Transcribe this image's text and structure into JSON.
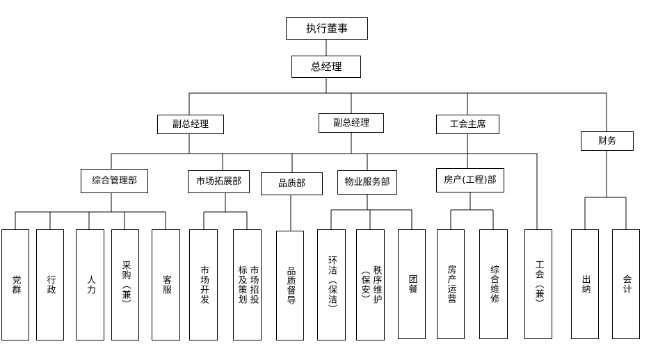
{
  "chart_data": {
    "type": "org-chart",
    "nodes": [
      {
        "id": "n_exec",
        "label": "执行董事"
      },
      {
        "id": "n_gm",
        "label": "总经理",
        "parent": "n_exec"
      },
      {
        "id": "n_dgm1",
        "label": "副总经理",
        "parent": "n_gm"
      },
      {
        "id": "n_dgm2",
        "label": "副总经理",
        "parent": "n_gm"
      },
      {
        "id": "n_union",
        "label": "工会主席",
        "parent": "n_gm"
      },
      {
        "id": "n_fin",
        "label": "财务",
        "parent": "n_gm"
      },
      {
        "id": "n_admin",
        "label": "综合管理部",
        "parent": "n_dgm1"
      },
      {
        "id": "n_mkt",
        "label": "市场拓展部",
        "parent": "n_dgm1"
      },
      {
        "id": "n_qa",
        "label": "品质部",
        "parent": "n_dgm2"
      },
      {
        "id": "n_prop",
        "label": "物业服务部",
        "parent": "n_dgm2"
      },
      {
        "id": "n_eng",
        "label": "房产(工程)部",
        "parent": "n_union"
      },
      {
        "id": "l_party",
        "label": "党群",
        "parent": "n_admin"
      },
      {
        "id": "l_xz",
        "label": "行政",
        "parent": "n_admin"
      },
      {
        "id": "l_hr",
        "label": "人力",
        "parent": "n_admin"
      },
      {
        "id": "l_purch",
        "label": "采购（兼）",
        "parent": "n_admin"
      },
      {
        "id": "l_cs",
        "label": "客服",
        "parent": "n_admin"
      },
      {
        "id": "l_mdev",
        "label": "市场开发",
        "parent": "n_mkt"
      },
      {
        "id": "l_bid",
        "label": "市场招投标及策划",
        "parent": "n_mkt"
      },
      {
        "id": "l_qs",
        "label": "品质督导",
        "parent": "n_qa"
      },
      {
        "id": "l_clean",
        "label": "环洁（保洁）",
        "parent": "n_prop"
      },
      {
        "id": "l_order",
        "label": "秩序维护（保安）",
        "parent": "n_prop"
      },
      {
        "id": "l_meal",
        "label": "团餐",
        "parent": "n_prop"
      },
      {
        "id": "l_ops",
        "label": "房产运营",
        "parent": "n_eng"
      },
      {
        "id": "l_maint",
        "label": "综合维修",
        "parent": "n_eng"
      },
      {
        "id": "l_uni",
        "label": "工会（兼）",
        "parent": "n_union"
      },
      {
        "id": "l_cash",
        "label": "出纳",
        "parent": "n_fin"
      },
      {
        "id": "l_acct",
        "label": "会计",
        "parent": "n_fin"
      }
    ]
  },
  "style": {
    "line_color": "#000000",
    "box_border": "#000000",
    "background": "#ffffff"
  }
}
